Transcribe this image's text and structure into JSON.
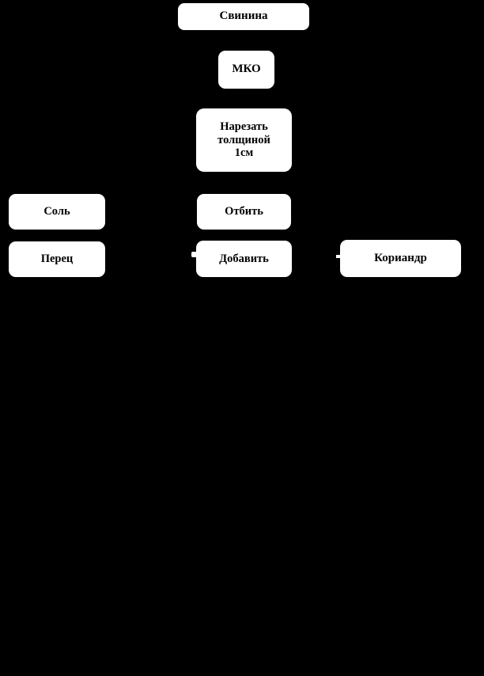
{
  "diagram": {
    "title": "",
    "background_color": "#000000",
    "node_fill_color": "#FFFFFF",
    "node_text_color": "#000000",
    "nodes": [
      {
        "id": "pork",
        "label": "Свинина",
        "column": "center",
        "row": 1
      },
      {
        "id": "mko",
        "label": "МКО",
        "column": "center",
        "row": 2
      },
      {
        "id": "slice",
        "label": "Нарезать\nтолщиной\n1см",
        "column": "center",
        "row": 3
      },
      {
        "id": "salt",
        "label": "Соль",
        "column": "left",
        "row": 4
      },
      {
        "id": "beat",
        "label": "Отбить",
        "column": "center",
        "row": 4
      },
      {
        "id": "pepper",
        "label": "Перец",
        "column": "left",
        "row": 5
      },
      {
        "id": "add",
        "label": "Добавить",
        "column": "center",
        "row": 5
      },
      {
        "id": "coriander",
        "label": "Кориандр",
        "column": "right",
        "row": 5
      }
    ],
    "connectors": [
      {
        "id": "stub-add",
        "from": "pepper",
        "to": "add",
        "shape": "short-dash"
      },
      {
        "id": "stub-coriander",
        "from": "add",
        "to": "coriander",
        "shape": "short-dash"
      }
    ]
  }
}
